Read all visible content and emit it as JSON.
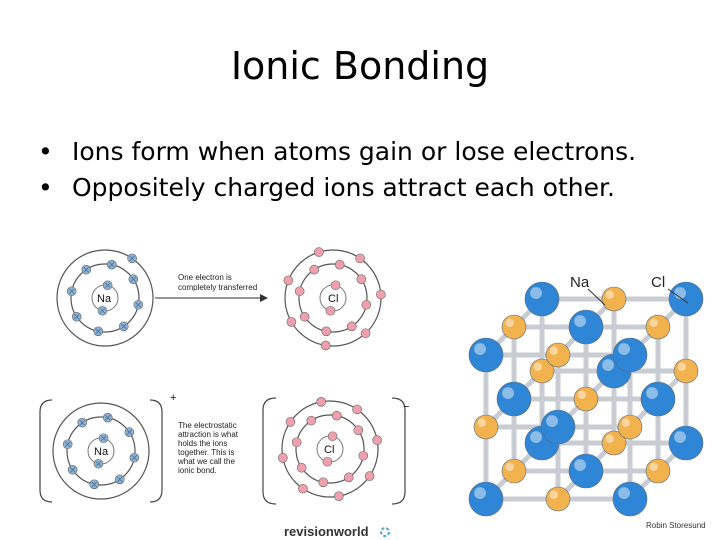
{
  "slide": {
    "title": "Ionic Bonding",
    "bullets": [
      "Ions form when atoms gain or lose electrons.",
      "Oppositely charged ions attract each other."
    ]
  },
  "diagram": {
    "na_label": "Na",
    "cl_label": "Cl",
    "transfer_note": [
      "One electron is",
      "completely transferred"
    ],
    "plus_sign": "+",
    "minus_sign": "−",
    "bond_note": [
      "The electrostatic",
      "attraction is what",
      "holds the ions",
      "together. This is",
      "what we call the",
      "ionic bond."
    ],
    "brand": "revisionworld",
    "electron_colors": {
      "sodium": "#8fb3d6",
      "chlorine": "#f0a0ad"
    }
  },
  "lattice": {
    "na_label": "Na",
    "cl_label": "Cl",
    "credit": "Robin Storesund",
    "colors": {
      "cl": "#2f86d6",
      "na": "#f2b24e",
      "rod": "#c9ccd3"
    }
  }
}
